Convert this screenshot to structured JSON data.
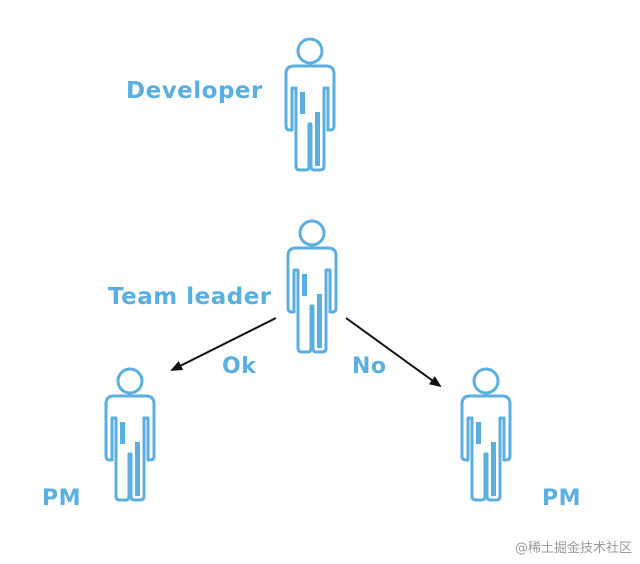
{
  "diagram": {
    "roles": {
      "developer": "Developer",
      "team_leader": "Team leader",
      "pm_left": "PM",
      "pm_right": "PM"
    },
    "decisions": {
      "ok": "Ok",
      "no": "No"
    },
    "colors": {
      "figure": "#5aaee0",
      "figure_fill": "#ffffff",
      "arrow": "#111111"
    },
    "icons": [
      "person-icon",
      "arrow-icon"
    ]
  },
  "watermark": "@稀土掘金技术社区"
}
